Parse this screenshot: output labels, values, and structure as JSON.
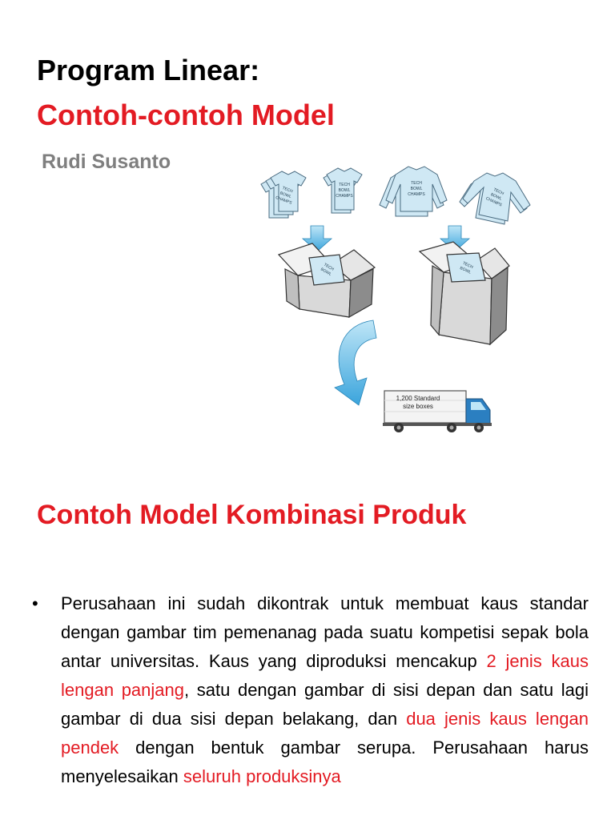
{
  "slide1": {
    "title_line1": "Program Linear:",
    "title_line2": "Contoh-contoh Model",
    "author": "Rudi Susanto",
    "illustration": {
      "shirt_text": [
        "TECH",
        "BOWL",
        "CHAMPS"
      ],
      "box_label_line1": "1,200 Standard",
      "box_label_line2": "size boxes"
    }
  },
  "slide2": {
    "title": "Contoh Model Kombinasi Produk",
    "bullet": {
      "text_1": "Perusahaan ini sudah dikontrak untuk membuat kaus standar dengan gambar tim pemenanag pada suatu kompetisi sepak bola antar universitas. Kaus yang diproduksi mencakup ",
      "red_1": "2 jenis kaus lengan panjang",
      "text_2": ", satu dengan gambar di sisi depan dan satu lagi gambar di dua sisi depan belakang, dan ",
      "red_2": "dua jenis kaus lengan pendek",
      "text_3": " dengan bentuk gambar serupa. Perusahaan harus menyelesaikan ",
      "red_3": "seluruh produksinya"
    }
  },
  "colors": {
    "accent_red": "#e31b23",
    "author_gray": "#7f7f7f",
    "arrow_blue": "#4db5e6"
  }
}
